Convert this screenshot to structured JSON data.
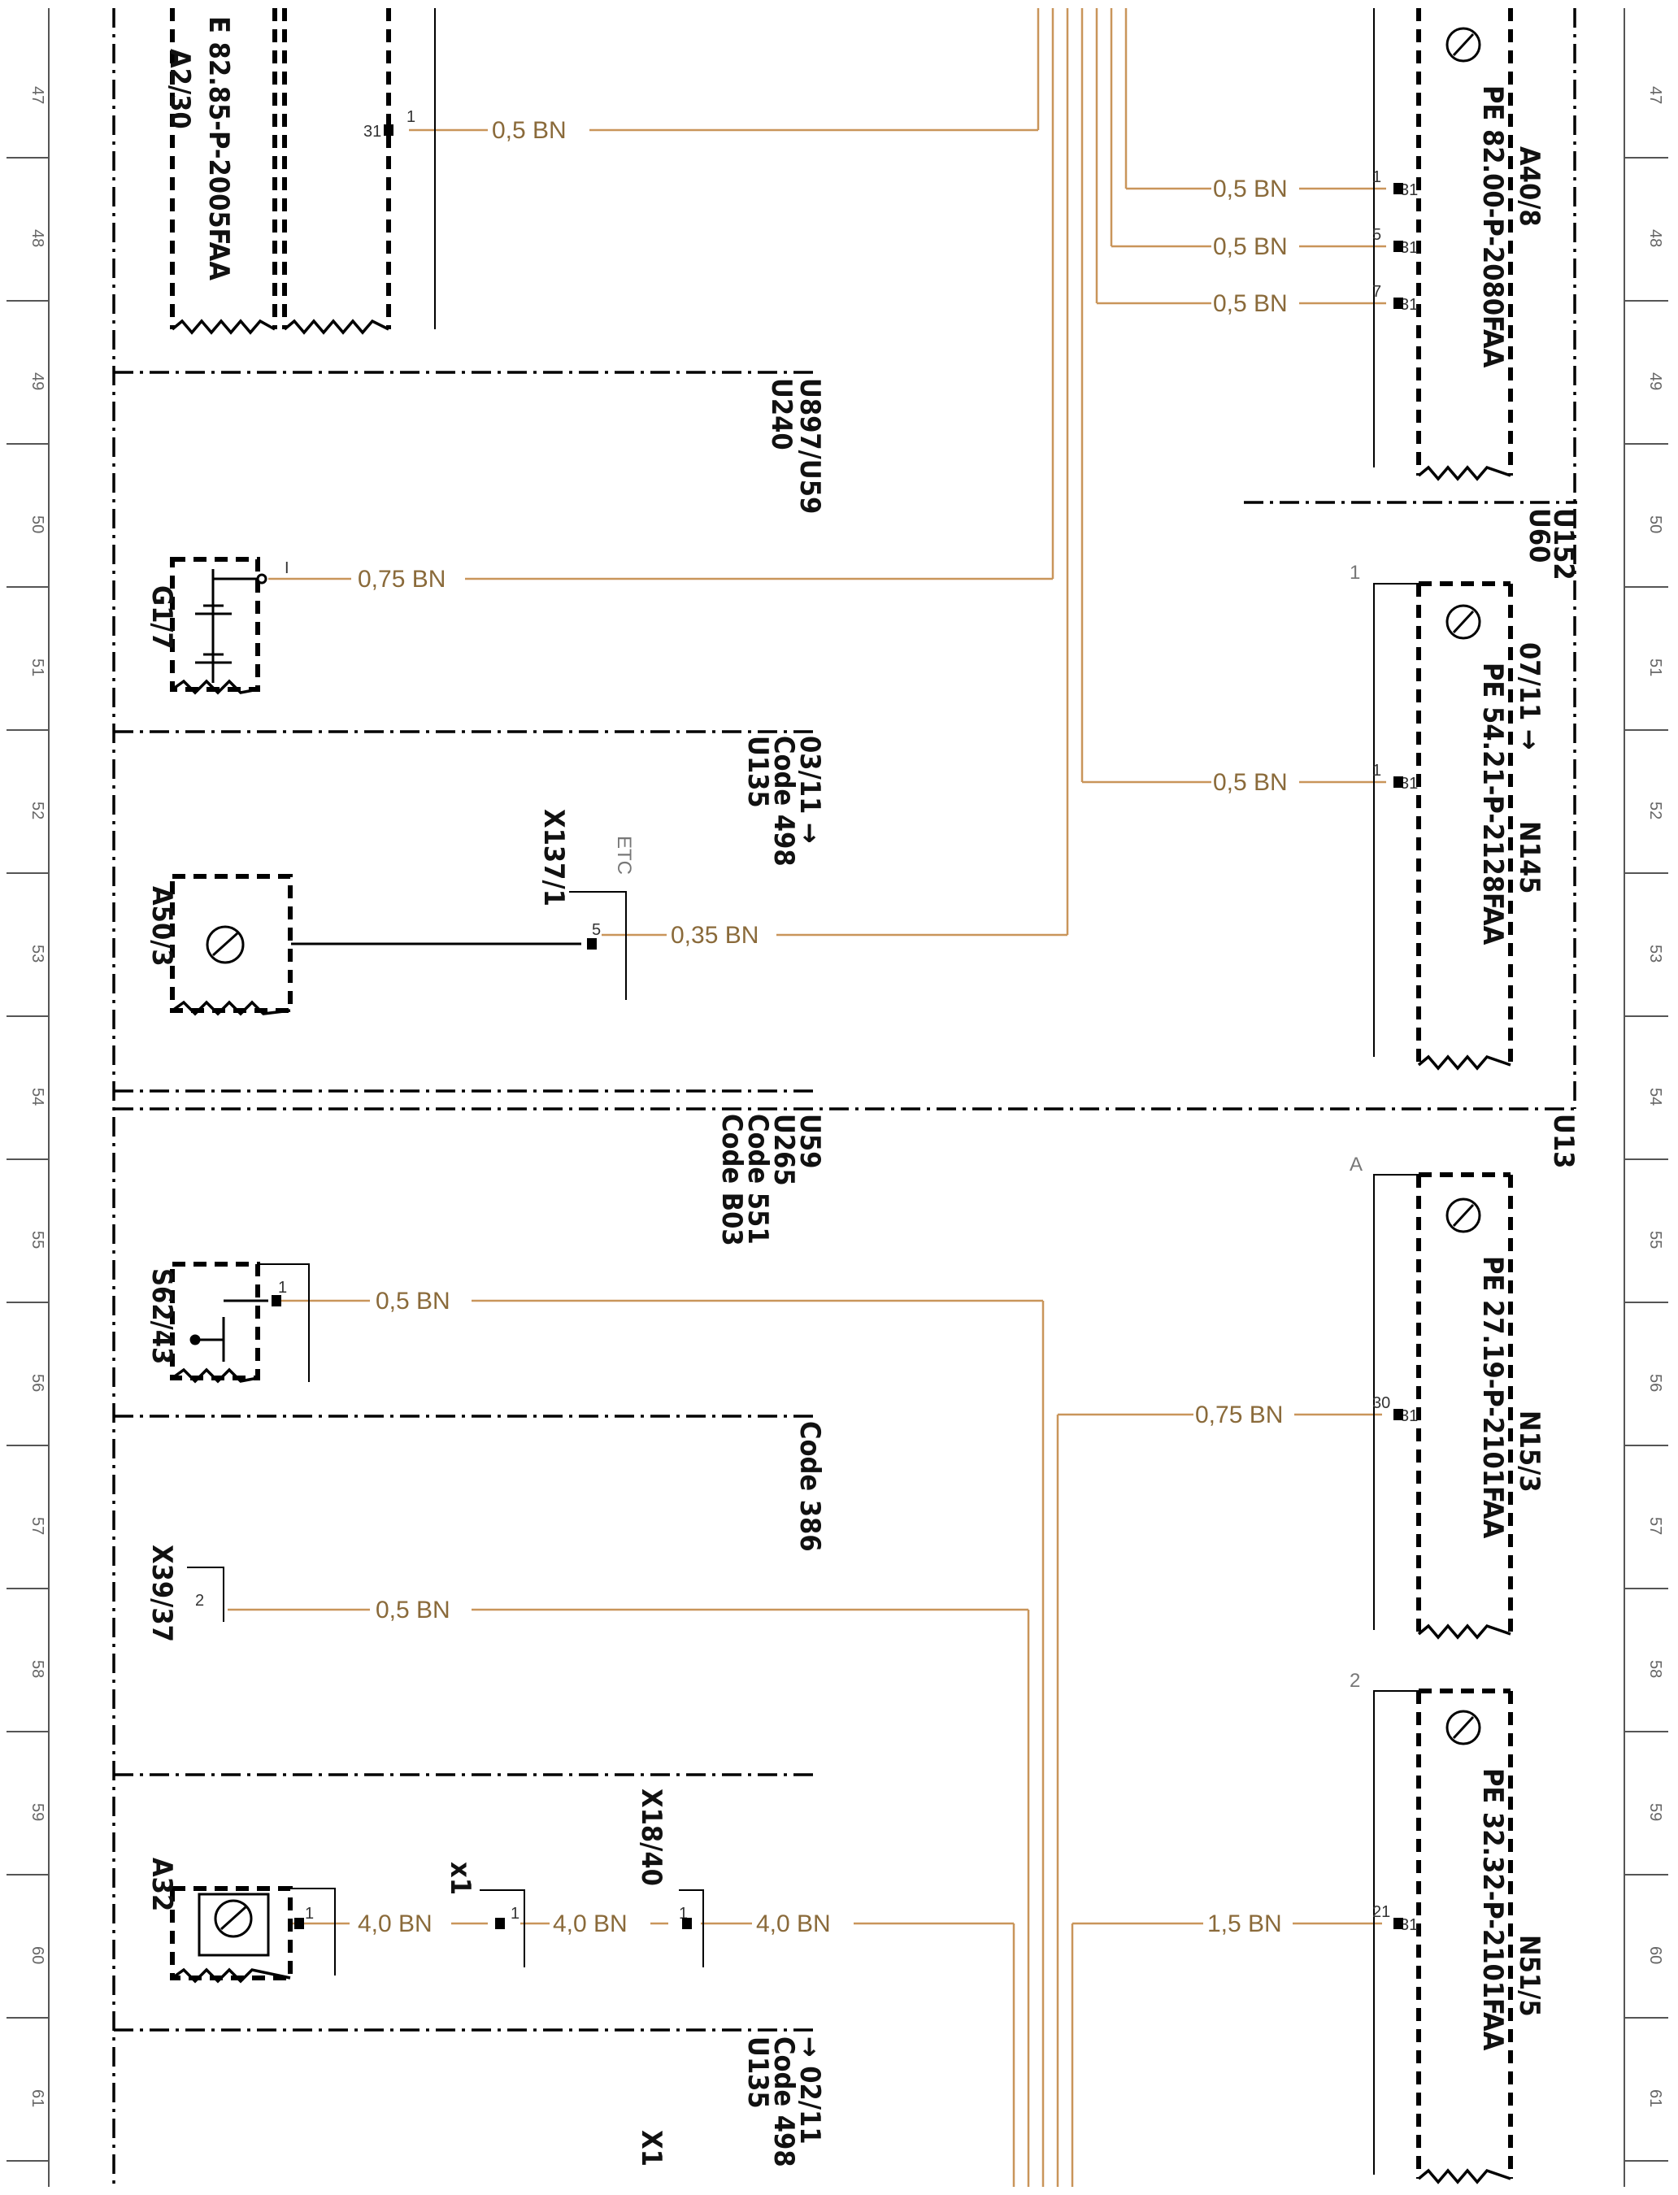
{
  "ruler_numbers": [
    "47",
    "48",
    "49",
    "50",
    "51",
    "52",
    "53",
    "54",
    "55",
    "56",
    "57",
    "58",
    "59",
    "60",
    "61"
  ],
  "left_components": [
    {
      "name": "A2/30",
      "doc": "E 82.85-P-2005FAA"
    },
    {
      "name": "G1/7"
    },
    {
      "name": "A50/3"
    },
    {
      "name": "S62/43"
    },
    {
      "name": "X39/37"
    },
    {
      "name": "A32"
    }
  ],
  "right_components": [
    {
      "name": "A40/8",
      "doc": "PE 82.00-P-2080FAA"
    },
    {
      "name": "N145",
      "doc": "PE 54.21-P-2128FAA",
      "validity": "07/11"
    },
    {
      "name": "N15/3",
      "doc": "PE 27.19-P-2101FAA"
    },
    {
      "name": "N51/5",
      "doc": "PE 32.32-P-2101FAA"
    }
  ],
  "zone_labels": {
    "z1": [
      "U897/U59",
      "U240"
    ],
    "z2": [
      "03/11",
      "Code 498",
      "U135"
    ],
    "z3": [
      "U59",
      "U265",
      "Code 551",
      "Code B03"
    ],
    "z4": [
      "Code 386"
    ],
    "z5": [
      "02/11",
      "Code 498",
      "U135"
    ],
    "right_u152": [
      "U152",
      "U60"
    ],
    "right_u13": "U13"
  },
  "connectors": [
    "X137/1",
    "ETC",
    "x1",
    "X18/40",
    "X1"
  ],
  "wires": [
    {
      "label": "0,5 BN",
      "pin_left": "1",
      "pin_right": "31"
    },
    {
      "label": "0,5 BN",
      "pin_left": "1",
      "pin_right": "31"
    },
    {
      "label": "0,5 BN",
      "pin_left": "5",
      "pin_right": "31"
    },
    {
      "label": "0,5 BN",
      "pin_left": "7",
      "pin_right": "31"
    },
    {
      "label": "0,75 BN",
      "pin": "I"
    },
    {
      "label": "0,5 BN",
      "pin_left": "1",
      "pin_right": "31"
    },
    {
      "label": "0,35 BN",
      "pin": "5"
    },
    {
      "label": "0,5 BN",
      "pin": "1"
    },
    {
      "label": "0,75 BN",
      "pin_left": "30",
      "pin_right": "31"
    },
    {
      "label": "0,5 BN",
      "pin": "2"
    },
    {
      "label": "4,0 BN",
      "pin": "1"
    },
    {
      "label": "4,0 BN",
      "pin": "1"
    },
    {
      "label": "4,0 BN",
      "pin": "1"
    },
    {
      "label": "1,5 BN",
      "pin_left": "21",
      "pin_right": "31"
    }
  ],
  "module_top_pins": [
    "1",
    "A",
    "2"
  ],
  "colors": {
    "wire": "#c9955a",
    "line": "#000000"
  }
}
